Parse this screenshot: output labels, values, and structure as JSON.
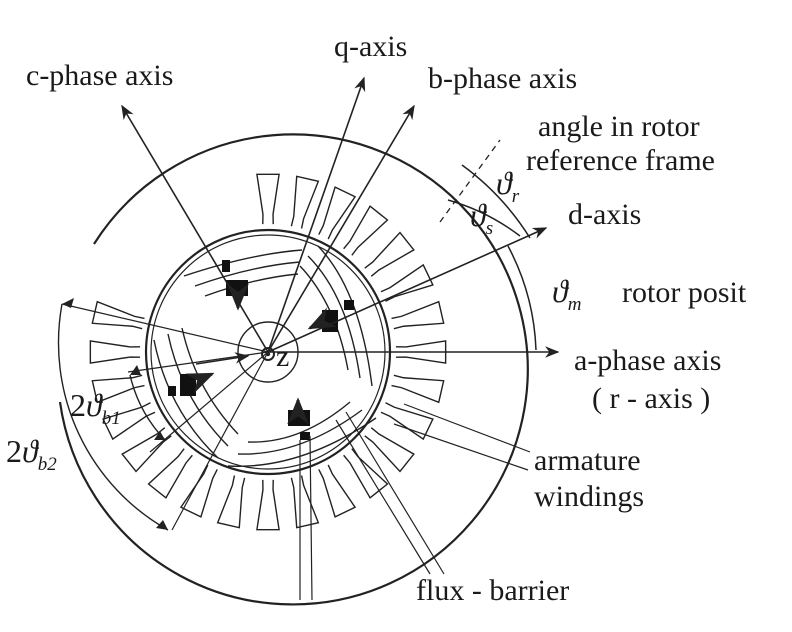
{
  "labels": {
    "c_phase_axis": "c-phase axis",
    "q_axis": "q-axis",
    "b_phase_axis": "b-phase axis",
    "angle_line1": "angle in rotor",
    "angle_line2": "reference frame",
    "d_axis": "d-axis",
    "rotor_posit": "rotor posit",
    "a_phase_axis": "a-phase axis",
    "r_axis": "( r - axis )",
    "armature_line1": "armature",
    "armature_line2": "windings",
    "flux_barrier": "flux - barrier",
    "z": "z"
  },
  "symbols": {
    "theta": "ϑ",
    "sub_r": "r",
    "sub_s": "s",
    "sub_m": "m",
    "sub_b1": "b1",
    "sub_b2": "b2",
    "two": "2"
  },
  "colors": {
    "ink": "#222222",
    "text": "#1a1a1a",
    "magnet": "#111111",
    "background": "#ffffff"
  }
}
